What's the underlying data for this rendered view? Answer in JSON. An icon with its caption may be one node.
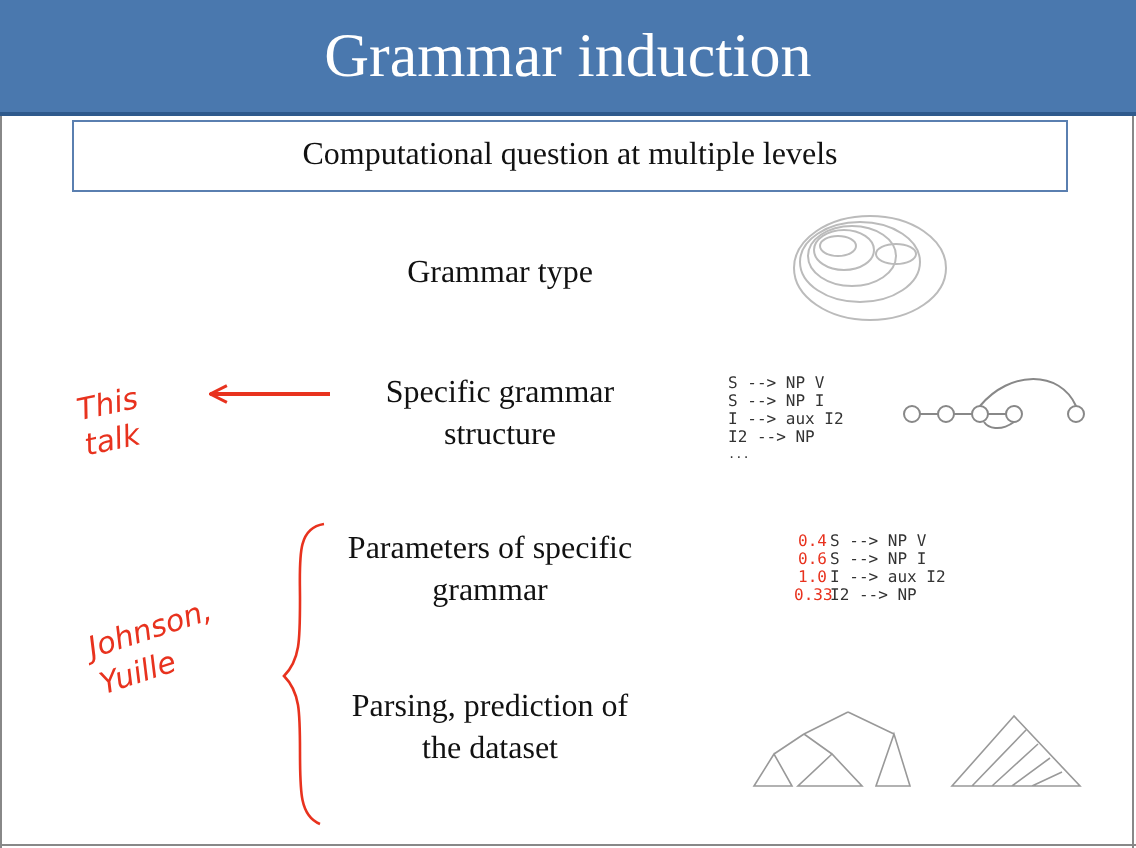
{
  "diagram": {
    "title": "Grammar induction",
    "nodes": [
      {
        "text": [
          "Computational question at multiple levels"
        ]
      },
      {
        "text": [
          "Specific grammar structure"
        ]
      },
      {
        "text": [
          "This talk"
        ]
      }
    ],
    "edges": [
      {
        "from": 1,
        "to": 2,
        "arrow": "to",
        "color": "#e8321e"
      }
    ],
    "labels": [
      "Grammar type",
      "S --> NP V",
      "S --> NP I",
      "I --> aux I2",
      "I2 --> NP",
      "...",
      "Johnson, Yuille",
      "Parameters of specific grammar",
      "0.4",
      "S --> NP V",
      "0.6",
      "S --> NP I",
      "1.0",
      "I --> aux I2",
      "0.33",
      "I2 --> NP",
      "Parsing, prediction of the dataset"
    ]
  }
}
